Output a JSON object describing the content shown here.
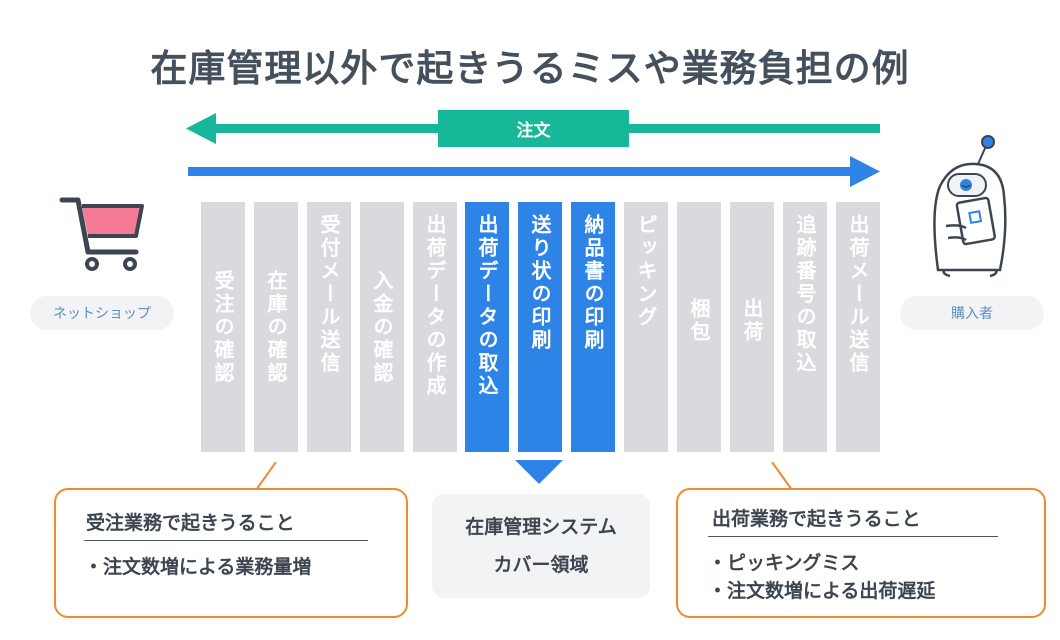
{
  "title": "在庫管理以外で起きうるミスや業務負担の例",
  "order_label": "注文",
  "shop_label": "ネットショップ",
  "buyer_label": "購入者",
  "steps": [
    {
      "label": "受注の確認",
      "highlight": false
    },
    {
      "label": "在庫の確認",
      "highlight": false
    },
    {
      "label": "受付メール送信",
      "highlight": false
    },
    {
      "label": "入金の確認",
      "highlight": false
    },
    {
      "label": "出荷データの作成",
      "highlight": false
    },
    {
      "label": "出荷データの取込",
      "highlight": true
    },
    {
      "label": "送り状の印刷",
      "highlight": true
    },
    {
      "label": "納品書の印刷",
      "highlight": true
    },
    {
      "label": "ピッキング",
      "highlight": false
    },
    {
      "label": "梱包",
      "highlight": false
    },
    {
      "label": "出荷",
      "highlight": false
    },
    {
      "label": "追跡番号の取込",
      "highlight": false
    },
    {
      "label": "出荷メール送信",
      "highlight": false
    }
  ],
  "left_box": {
    "heading": "受注業務で起きうること",
    "items": [
      "・注文数増による業務量増"
    ]
  },
  "center_box": {
    "line1": "在庫管理システム",
    "line2": "カバー領域"
  },
  "right_box": {
    "heading": "出荷業務で起きうること",
    "items": [
      "・ピッキングミス",
      "・注文数増による出荷遅延"
    ]
  },
  "colors": {
    "order_arrow": "#17b89a",
    "flow_arrow": "#2d84e6",
    "step_gray": "#d8dadd",
    "step_highlight": "#2d84e6",
    "box_border": "#f08a2e",
    "cart_basket": "#f47a96"
  }
}
